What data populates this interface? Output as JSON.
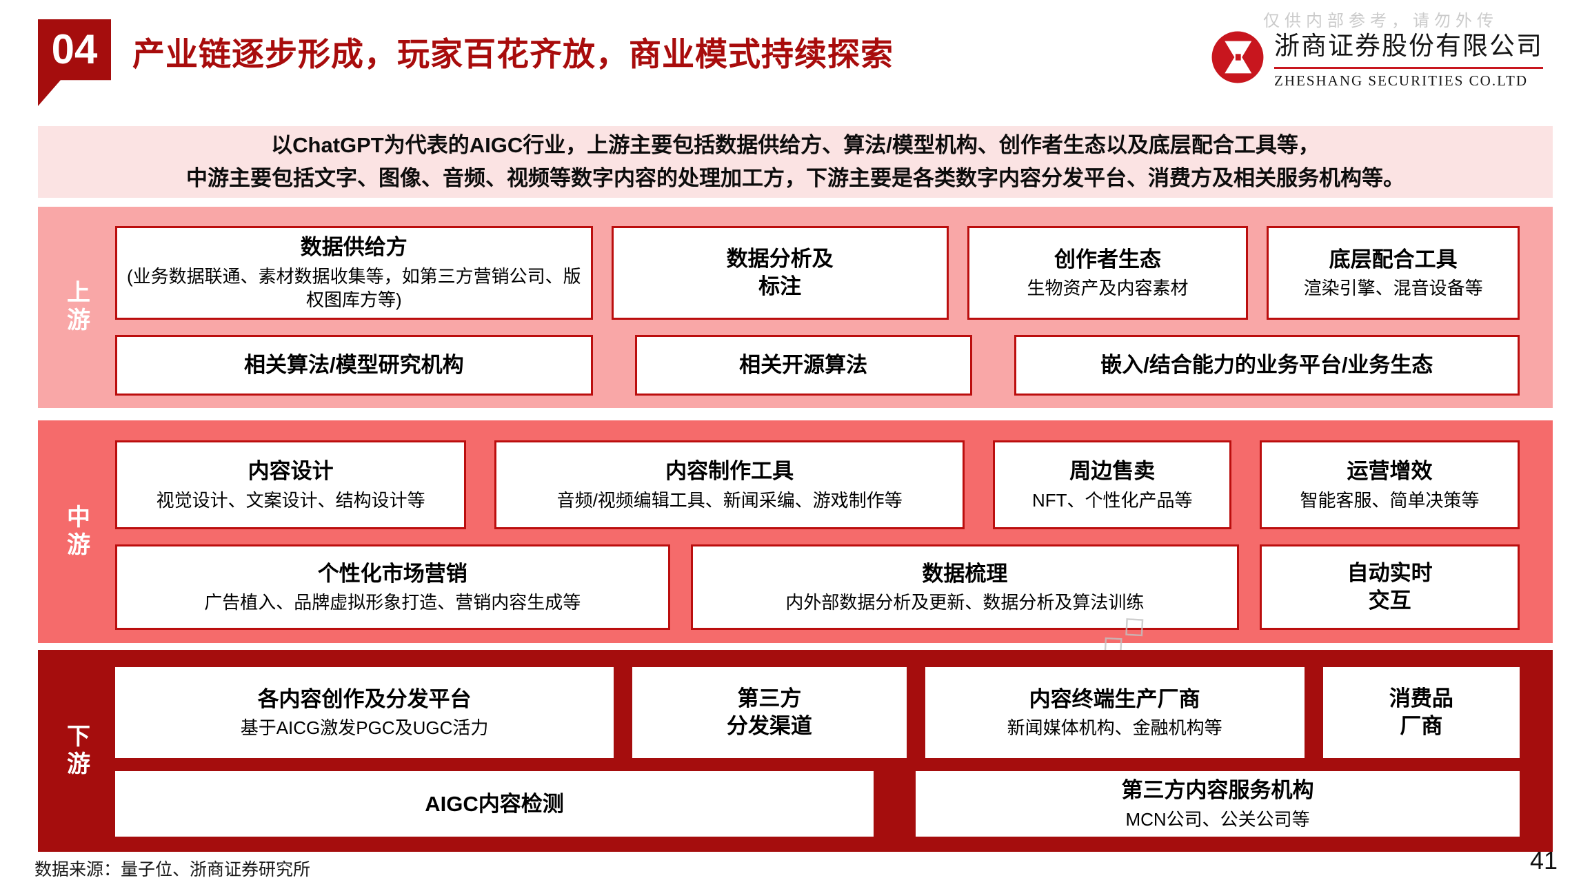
{
  "header": {
    "badge": "04",
    "title": "产业链逐步形成，玩家百花齐放，商业模式持续探索",
    "top_watermark": "仅供内部参考，请勿外传",
    "logo": {
      "cn": "浙商证券股份有限公司",
      "en": "ZHESHANG SECURITIES CO.LTD",
      "icon": "zheshang-securities-logo"
    }
  },
  "banner": {
    "line1": "以ChatGPT为代表的AIGC行业，上游主要包括数据供给方、算法/模型机构、创作者生态以及底层配合工具等，",
    "line2": "中游主要包括文字、图像、音频、视频等数字内容的处理加工方，下游主要是各类数字内容分发平台、消费方及相关服务机构等。"
  },
  "sections": [
    {
      "label": "上游",
      "rows": [
        [
          {
            "title": "数据供给方",
            "sub": "(业务数据联通、素材数据收集等，如第三方营销公司、版权图库方等)"
          },
          {
            "title": "数据分析及\n标注"
          },
          {
            "title": "创作者生态",
            "sub": "生物资产及内容素材"
          },
          {
            "title": "底层配合工具",
            "sub": "渲染引擎、混音设备等"
          }
        ],
        [
          {
            "title": "相关算法/模型研究机构"
          },
          {
            "title": "相关开源算法"
          },
          {
            "title": "嵌入/结合能力的业务平台/业务生态"
          }
        ]
      ]
    },
    {
      "label": "中游",
      "rows": [
        [
          {
            "title": "内容设计",
            "sub": "视觉设计、文案设计、结构设计等"
          },
          {
            "title": "内容制作工具",
            "sub": "音频/视频编辑工具、新闻采编、游戏制作等"
          },
          {
            "title": "周边售卖",
            "sub": "NFT、个性化产品等"
          },
          {
            "title": "运营增效",
            "sub": "智能客服、简单决策等"
          }
        ],
        [
          {
            "title": "个性化市场营销",
            "sub": "广告植入、品牌虚拟形象打造、营销内容生成等"
          },
          {
            "title": "数据梳理",
            "sub": "内外部数据分析及更新、数据分析及算法训练"
          },
          {
            "title": "自动实时\n交互"
          }
        ]
      ]
    },
    {
      "label": "下游",
      "rows": [
        [
          {
            "title": "各内容创作及分发平台",
            "sub": "基于AICG激发PGC及UGC活力"
          },
          {
            "title": "第三方\n分发渠道"
          },
          {
            "title": "内容终端生产厂商",
            "sub": "新闻媒体机构、金融机构等"
          },
          {
            "title": "消费品\n厂商"
          }
        ],
        [
          {
            "title": "AIGC内容检测"
          },
          {
            "title": "第三方内容服务机构",
            "sub": "MCN公司、公关公司等"
          }
        ]
      ]
    }
  ],
  "footer": {
    "source": "数据来源：量子位、浙商证券研究所",
    "page_number": "41"
  },
  "decor": {
    "diag_fragment_glyph": "◇◇"
  },
  "colors": {
    "dark_red": "#A50D0D",
    "title_red": "#A80C0C",
    "border_red": "#BB0E0E",
    "band_upstream": "#F9A7A7",
    "band_midstream": "#F56B6B",
    "banner_pink": "#FBE3E3",
    "logo_red": "#C8161E",
    "watermark_gray": "#CBCBCB"
  }
}
